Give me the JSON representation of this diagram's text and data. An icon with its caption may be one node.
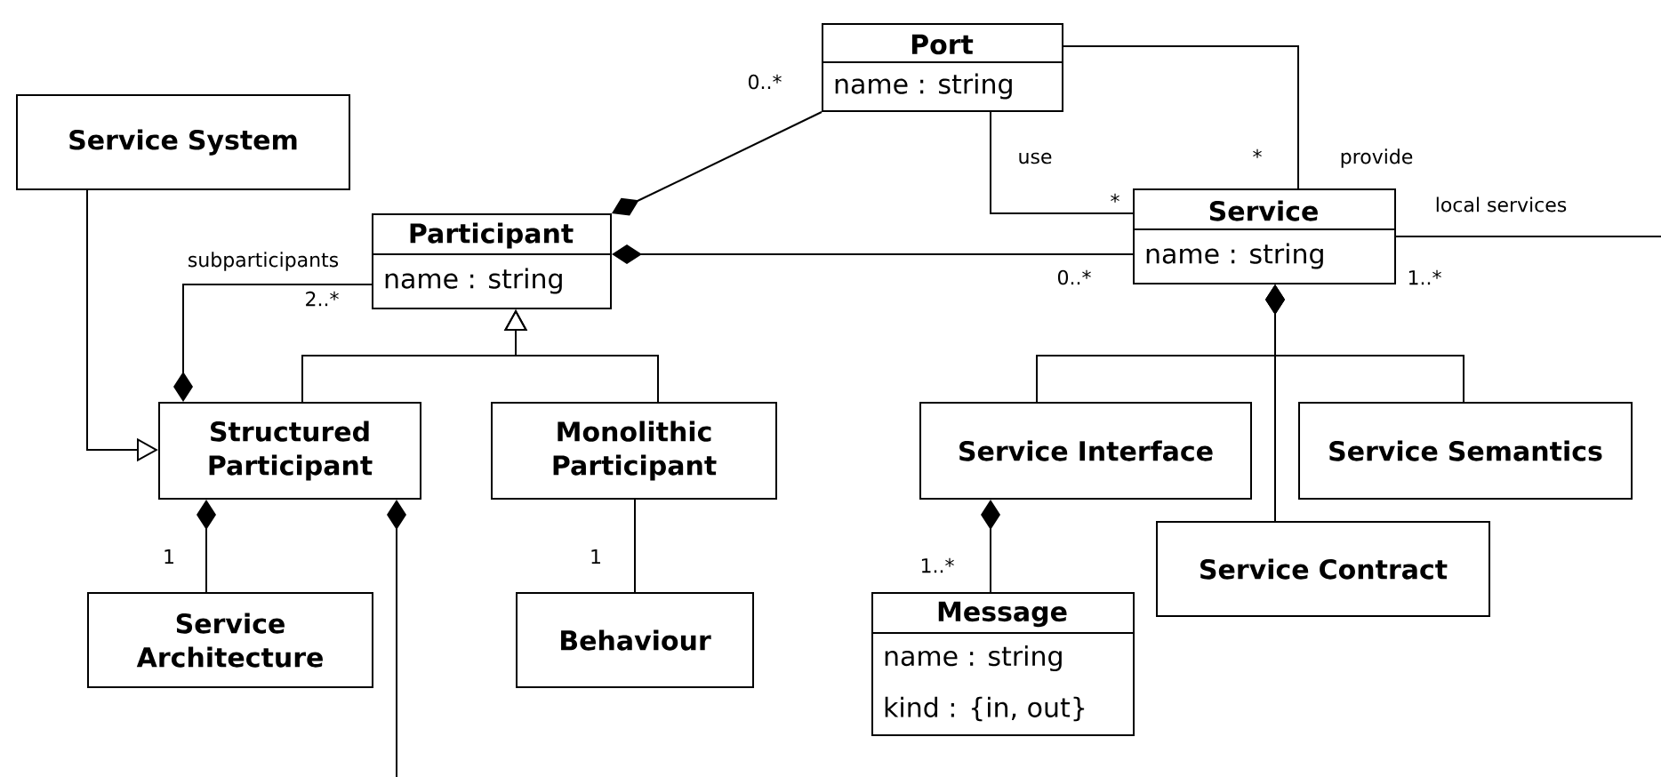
{
  "diagram": {
    "nodes": [
      {
        "text": [
          "Port",
          "name : string"
        ]
      },
      {
        "text": [
          "Service System"
        ]
      },
      {
        "text": [
          "Participant",
          "name : string"
        ]
      },
      {
        "text": [
          "Service",
          "name : string"
        ]
      },
      {
        "text": [
          "Structured Participant"
        ]
      },
      {
        "text": [
          "Monolithic Participant"
        ]
      },
      {
        "text": [
          "Service Interface"
        ]
      },
      {
        "text": [
          "Service Semantics"
        ]
      },
      {
        "text": [
          "Service Contract"
        ]
      },
      {
        "text": [
          "Service Architecture"
        ]
      },
      {
        "text": [
          "Behaviour"
        ]
      },
      {
        "text": [
          "Message",
          "name : string",
          "kind : {in, out}"
        ]
      }
    ],
    "edges": [
      {
        "from": 2,
        "to": 0,
        "arrow": "other"
      },
      {
        "from": 0,
        "to": 3,
        "arrow": "none",
        "label": "use"
      },
      {
        "from": 0,
        "to": 3,
        "arrow": "none",
        "label": "provide"
      },
      {
        "from": 2,
        "to": 3,
        "arrow": "other"
      },
      {
        "from": 3,
        "to": null,
        "arrow": "none",
        "label": "local services"
      },
      {
        "from": 4,
        "to": 2,
        "arrow": "other",
        "label": "subparticipants"
      },
      {
        "from": 4,
        "to": 2,
        "arrow": "to"
      },
      {
        "from": 5,
        "to": 2,
        "arrow": "to"
      },
      {
        "from": 1,
        "to": 4,
        "arrow": "to"
      },
      {
        "from": 4,
        "to": 9,
        "arrow": "other"
      },
      {
        "from": 4,
        "to": null,
        "arrow": "other"
      },
      {
        "from": 5,
        "to": 10,
        "arrow": "none"
      },
      {
        "from": 3,
        "to": 6,
        "arrow": "other"
      },
      {
        "from": 3,
        "to": 7,
        "arrow": "other"
      },
      {
        "from": 3,
        "to": 8,
        "arrow": "other"
      },
      {
        "from": 6,
        "to": 11,
        "arrow": "other"
      }
    ],
    "labels": [
      "0..*",
      "*",
      "*",
      "2..*",
      "0..*",
      "1..*",
      "1",
      "1",
      "1..*"
    ]
  }
}
